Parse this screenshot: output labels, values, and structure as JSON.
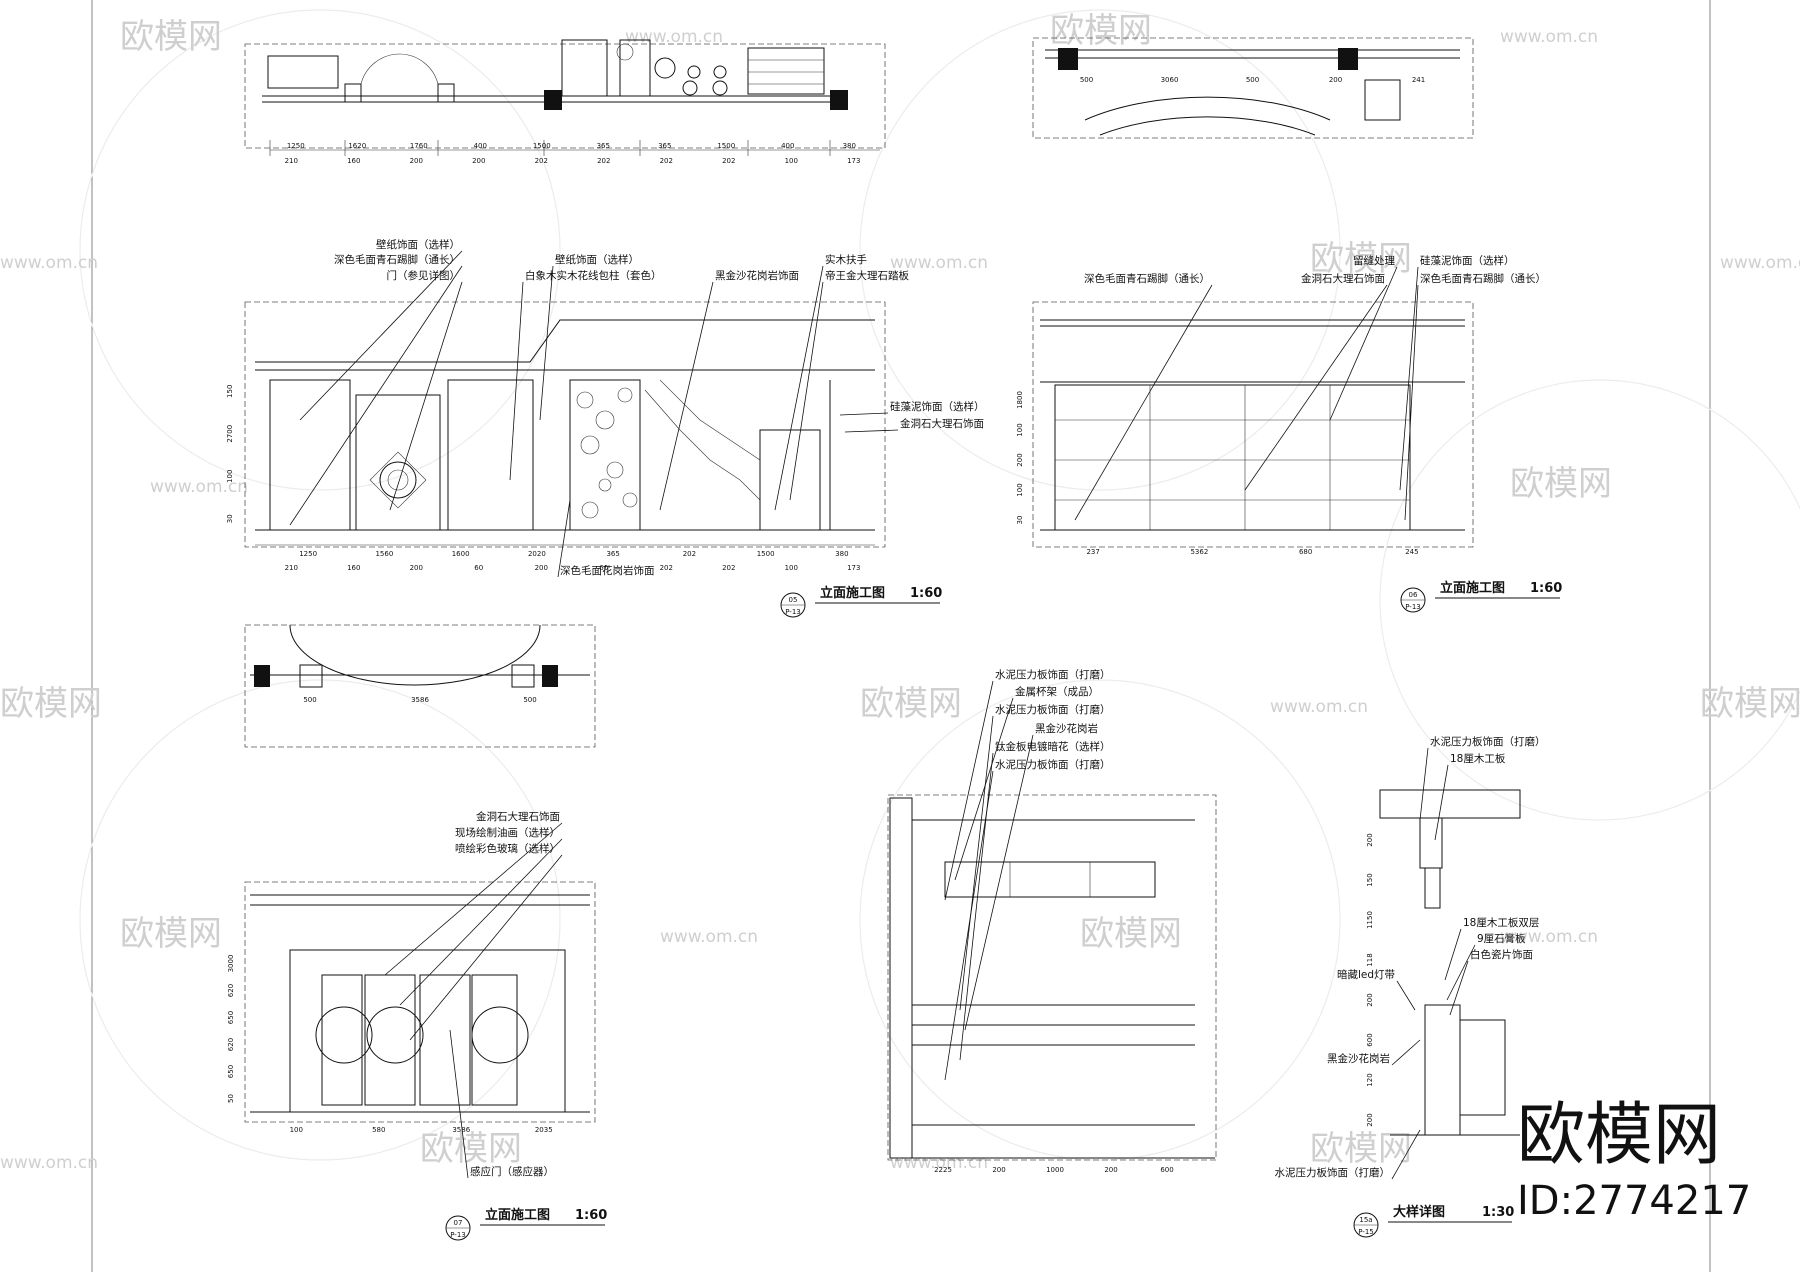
{
  "brand": {
    "logo_text": "欧模网",
    "id_text": "ID:2774217",
    "watermark_cn": "欧模网",
    "watermark_url": "www.om.cn"
  },
  "drawings": {
    "d05": {
      "title": "立面施工图",
      "scale": "1:60",
      "tag_no": "05",
      "tag_sheet": "P-13",
      "callouts": [
        "壁纸饰面（选样）",
        "深色毛面青石踢脚（通长）",
        "门（参见详图）",
        "壁纸饰面（选样）",
        "白象木实木花线包柱（套色）",
        "黑金沙花岗岩饰面",
        "实木扶手",
        "帝王金大理石踏板",
        "硅藻泥饰面（选样）",
        "金洞石大理石饰面",
        "深色毛面花岗岩饰面"
      ],
      "plan_dims": [
        "1250",
        "1620",
        "1760",
        "400",
        "1500",
        "365",
        "365",
        "1500",
        "400",
        "380"
      ],
      "plan_bottom": [
        "210",
        "160",
        "200",
        "200",
        "202",
        "202",
        "202",
        "202",
        "100",
        "173"
      ],
      "elev_dims": [
        "1250",
        "1560",
        "1600",
        "2020",
        "365",
        "202",
        "1500",
        "380"
      ],
      "elev_bottom": [
        "210",
        "160",
        "200",
        "60",
        "200",
        "60",
        "202",
        "202",
        "100",
        "173"
      ],
      "side_dims": [
        "150",
        "2700",
        "100",
        "30"
      ]
    },
    "d06": {
      "title": "立面施工图",
      "scale": "1:60",
      "tag_no": "06",
      "tag_sheet": "P-13",
      "callouts": [
        "深色毛面青石踢脚（通长）",
        "留缝处理",
        "金洞石大理石饰面",
        "硅藻泥饰面（选样）",
        "深色毛面青石踢脚（通长）"
      ],
      "plan_dims": [
        "500",
        "3060",
        "500",
        "200",
        "241"
      ],
      "elev_dims": [
        "237",
        "5362",
        "680",
        "245"
      ],
      "side_dims": [
        "1800",
        "100",
        "200",
        "100",
        "30"
      ]
    },
    "d07": {
      "title": "立面施工图",
      "scale": "1:60",
      "tag_no": "07",
      "tag_sheet": "P-13",
      "callouts": [
        "金洞石大理石饰面",
        "现场绘制油画（选样）",
        "喷绘彩色玻璃（选样）",
        "感应门（感应器）"
      ],
      "plan_dims": [
        "500",
        "3586",
        "500"
      ],
      "elev_dims": [
        "100",
        "580",
        "3586",
        "2035"
      ],
      "side_dims": [
        "3000",
        "620",
        "650",
        "620",
        "650",
        "50"
      ]
    },
    "d08": {
      "callouts": [
        "水泥压力板饰面（打磨）",
        "金属杯架（成品）",
        "水泥压力板饰面（打磨）",
        "黑金沙花岗岩",
        "钛金板电镀暗花（选样）",
        "水泥压力板饰面（打磨）"
      ],
      "dims": [
        "2225",
        "200",
        "1000",
        "200",
        "600"
      ]
    },
    "d09": {
      "title": "大样详图",
      "scale": "1:30",
      "tag_no": "15a",
      "tag_sheet": "P-15",
      "callouts": [
        "水泥压力板饰面（打磨）",
        "18厘木工板",
        "18厘木工板双层",
        "9厘石膏板",
        "白色瓷片饰面",
        "暗藏led灯带",
        "黑金沙花岗岩",
        "水泥压力板饰面（打磨）"
      ],
      "dims": [
        "200",
        "150",
        "1150",
        "118",
        "200",
        "600",
        "120",
        "200"
      ]
    }
  }
}
